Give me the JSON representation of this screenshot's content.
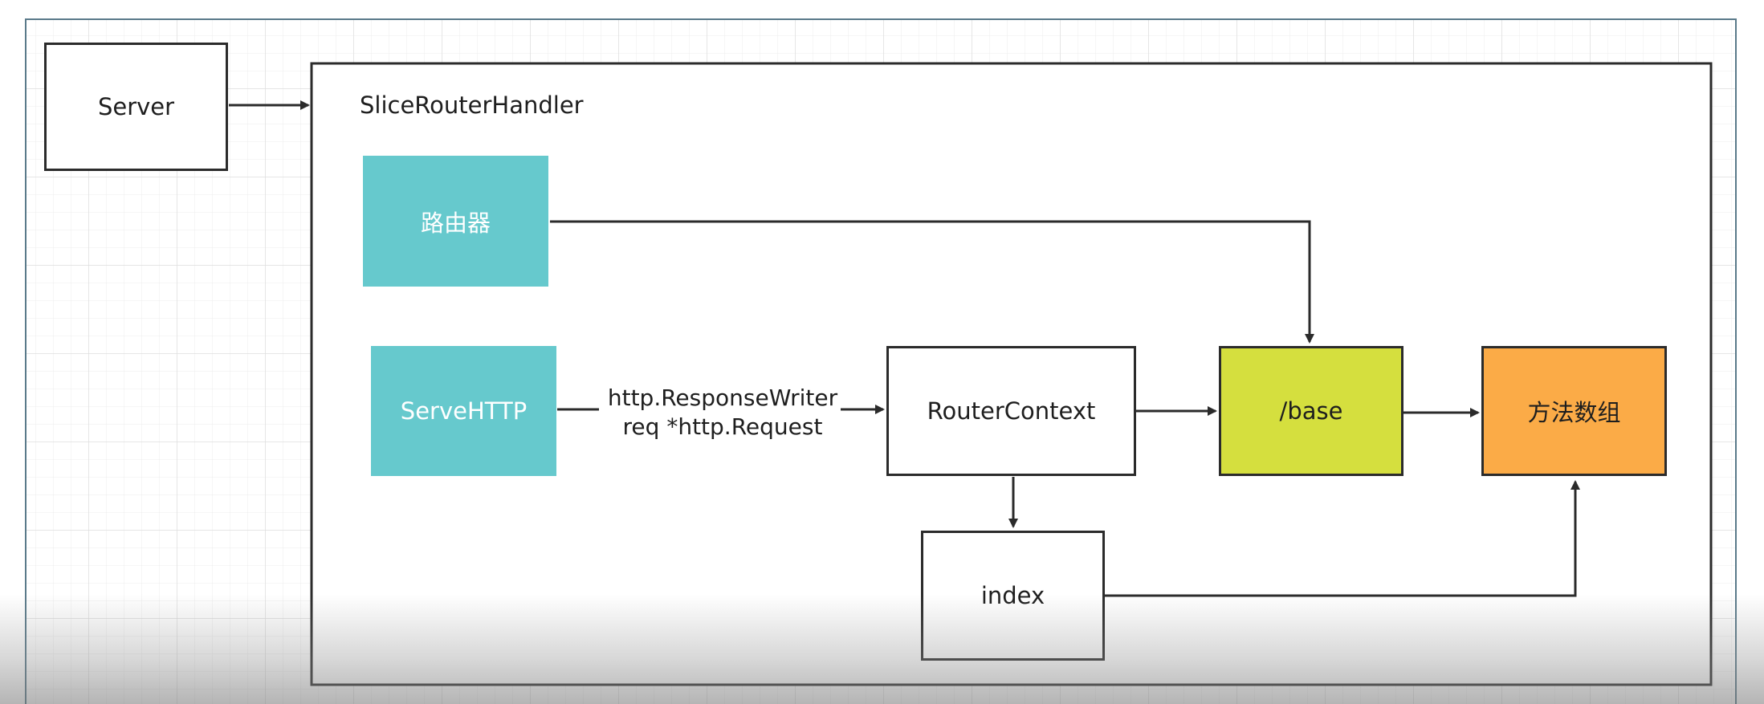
{
  "diagram": {
    "server": {
      "label": "Server"
    },
    "container": {
      "title": "SliceRouterHandler"
    },
    "router": {
      "label": "路由器",
      "color": "#66c9cd"
    },
    "serve_http": {
      "label": "ServeHTTP",
      "color": "#66c9cd"
    },
    "edge_serve_to_context": {
      "line1": "http.ResponseWriter",
      "line2": "req *http.Request"
    },
    "router_context": {
      "label": "RouterContext"
    },
    "base": {
      "label": "/base",
      "color": "#d5df3e"
    },
    "method_array": {
      "label": "方法数组",
      "color": "#fbab47"
    },
    "index": {
      "label": "index"
    }
  },
  "colors": {
    "grid_line": "#e6e6e6",
    "frame_border": "#5a7a8a",
    "stroke": "#2b2b2b"
  }
}
